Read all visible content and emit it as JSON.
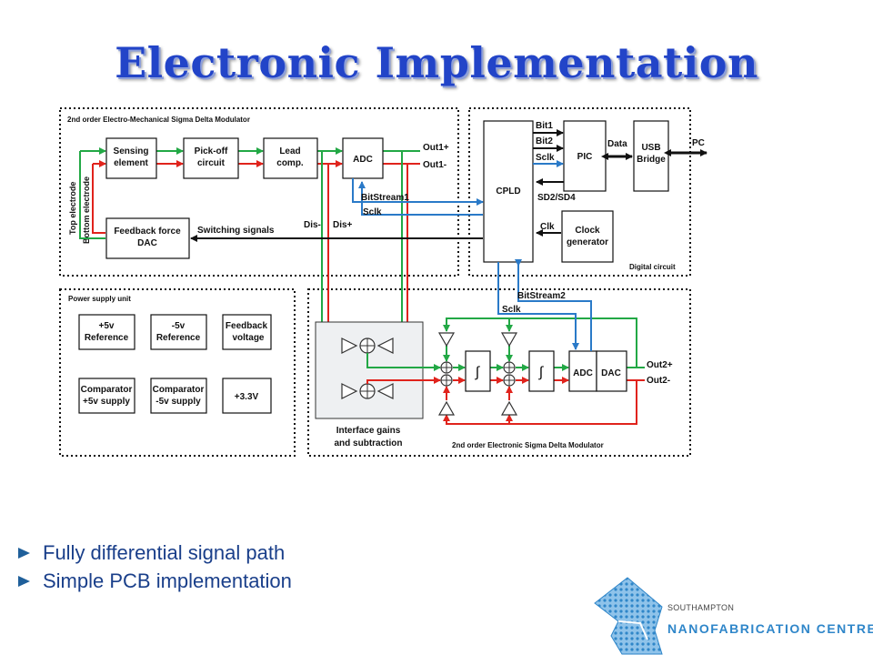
{
  "slide": {
    "title": "Electronic Implementation",
    "bullets": [
      "Fully differential signal path",
      "Simple PCB implementation"
    ]
  },
  "logo": {
    "top_text": "SOUTHAMPTON",
    "main_text": "NANOFABRICATION CENTRE"
  },
  "colors": {
    "title": "#2244c8",
    "positive_path": "#e0231c",
    "negative_path": "#22a845",
    "clock_path": "#2a7ac8",
    "control_path": "#111111",
    "bullet": "#1a3f8a",
    "logo": "#2f86c9"
  },
  "diagram": {
    "sections": {
      "em_modulator": "2nd order Electro-Mechanical Sigma Delta Modulator",
      "digital": "Digital circuit",
      "power": "Power supply unit",
      "electronic": "2nd order Electronic Sigma Delta Modulator"
    },
    "electrodes": {
      "top": "Top electrode",
      "bottom": "Bottom electrode"
    },
    "blocks": {
      "sensing": "Sensing element",
      "pickoff": "Pick-off circuit",
      "lead": "Lead comp.",
      "adc1": "ADC",
      "feedback": "Feedback force DAC",
      "cpld": "CPLD",
      "pic": "PIC",
      "usb": "USB Bridge",
      "clock": "Clock generator",
      "adc2": "ADC",
      "dac2": "DAC",
      "integrator": "∫"
    },
    "power_blocks": [
      "+5v Reference",
      "-5v Reference",
      "Feedback voltage",
      "Comparator +5v supply",
      "Comparator -5v supply",
      "+3.3V"
    ],
    "labels": {
      "out1p": "Out1+",
      "out1m": "Out1-",
      "out2p": "Out2+",
      "out2m": "Out2-",
      "bitstream1": "BitStream1",
      "bitstream2": "BitStream2",
      "sclk": "Sclk",
      "switching": "Switching signals",
      "dism": "Dis-",
      "disp": "Dis+",
      "bit1": "Bit1",
      "bit2": "Bit2",
      "sd": "SD2/SD4",
      "clk": "Clk",
      "data": "Data",
      "pc": "PC",
      "interface": "Interface gains and subtraction"
    }
  }
}
